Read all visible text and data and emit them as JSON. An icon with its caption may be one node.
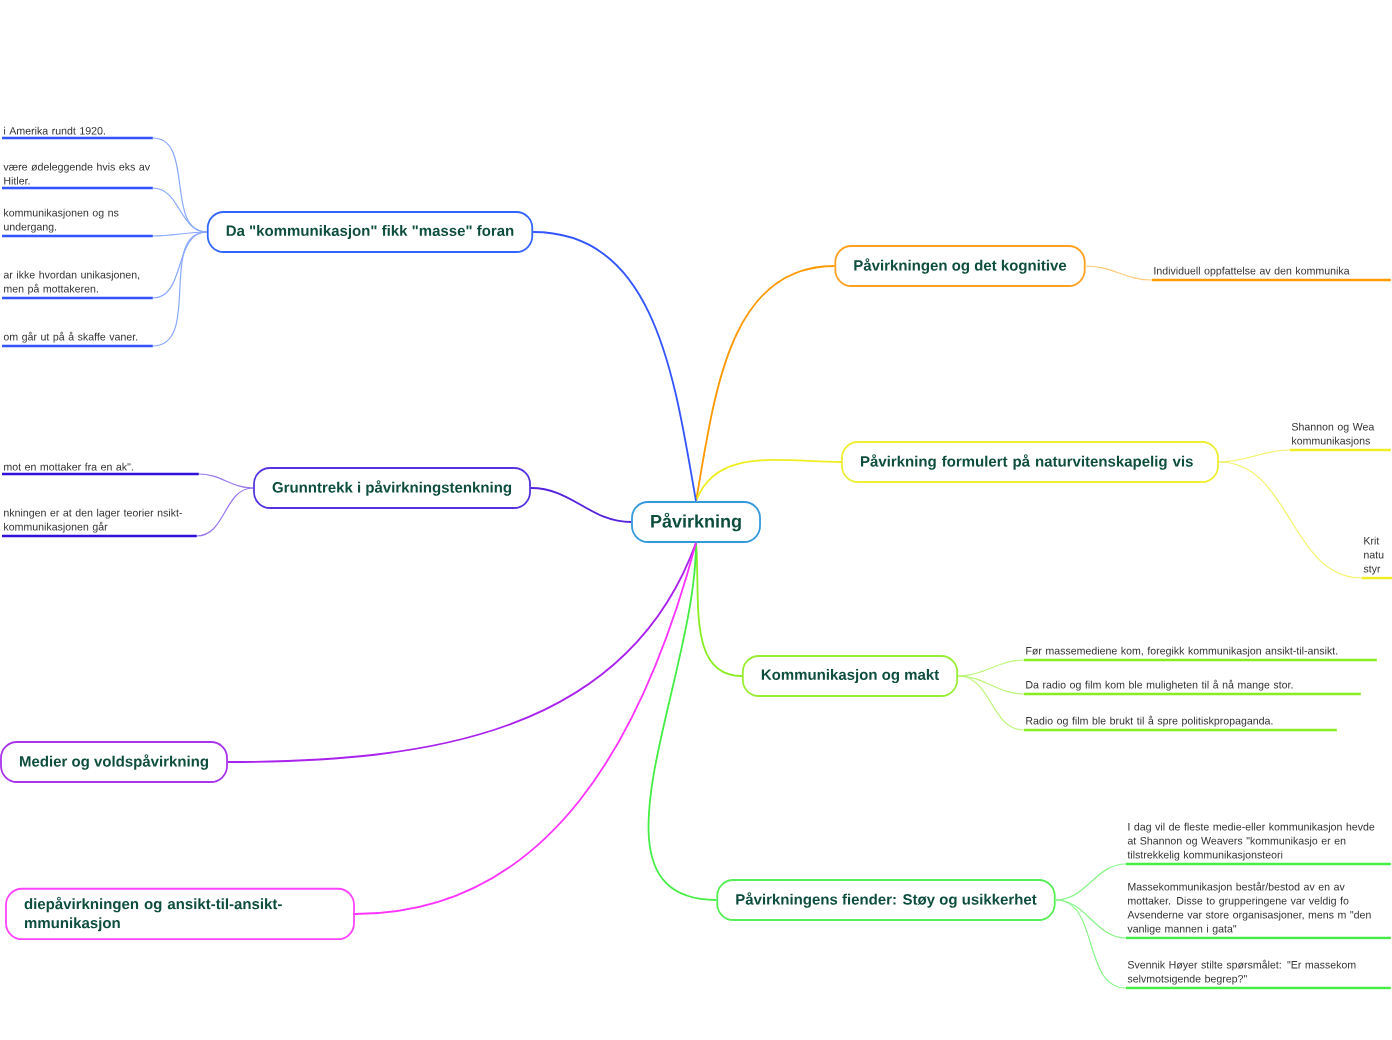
{
  "diagram": {
    "nodes": [
      {
        "text": [
          "Påvirkning"
        ]
      },
      {
        "text": [
          "Påvirkningen og det kognitive"
        ]
      },
      {
        "text": [
          "Individuell oppfattelse av den kommunika"
        ]
      },
      {
        "text": [
          "Påvirkning formulert på naturvitenskapelig vis"
        ]
      },
      {
        "text": [
          "Shannon og Wea kommunikasjons"
        ]
      },
      {
        "text": [
          "Krit natu styr"
        ]
      },
      {
        "text": [
          "Kommunikasjon og makt"
        ]
      },
      {
        "text": [
          "Før massemediene kom, foregikk kommunikasjon ansikt-til-ansikt."
        ]
      },
      {
        "text": [
          "Da radio og film kom ble muligheten til å nå mange stor."
        ]
      },
      {
        "text": [
          "Radio og film ble brukt til å spre politiskpropaganda."
        ]
      },
      {
        "text": [
          "Påvirkningens fiender: Støy og usikkerhet"
        ]
      },
      {
        "text": [
          "I dag vil de fleste medie-eller kommunikasjon hevde at Shannon og Weavers \"kommunikasjo er en tilstrekkelig kommunikasjonsteori"
        ]
      },
      {
        "text": [
          "Massekommunikasjon består/bestod av en av mottaker. Disse to grupperingene var veldig fo Avsenderne var store organisasjoner, mens m \"den vanlige mannen i gata\""
        ]
      },
      {
        "text": [
          "Svennik Høyer stilte spørsmålet: \"Er massekom selvmotsigende begrep?\""
        ]
      },
      {
        "text": [
          "Da \"kommunikasjon\" fikk \"masse\" foran"
        ]
      },
      {
        "text": [
          "i Amerika rundt 1920."
        ]
      },
      {
        "text": [
          "være ødeleggende hvis eks av Hitler."
        ]
      },
      {
        "text": [
          "kommunikasjonen og ns undergang."
        ]
      },
      {
        "text": [
          "ar ikke hvordan unikasjonen, men på mottakeren."
        ]
      },
      {
        "text": [
          "om går ut på å skaffe vaner."
        ]
      },
      {
        "text": [
          "Grunntrekk i påvirkningstenkning"
        ]
      },
      {
        "text": [
          "mot en mottaker fra en ak\"."
        ]
      },
      {
        "text": [
          "nkningen er at den lager teorier nsikt-kommunikasjonen går"
        ]
      },
      {
        "text": [
          "Medier og voldspåvirkning"
        ]
      },
      {
        "text": [
          "diepåvirkningen og ansikt-til-ansikt- mmunikasjon"
        ]
      }
    ],
    "edges": [
      {
        "from": 0,
        "to": 1,
        "arrow": "none",
        "color": "#ff9900"
      },
      {
        "from": 1,
        "to": 2,
        "arrow": "none",
        "color": "#ffcc77"
      },
      {
        "from": 0,
        "to": 3,
        "arrow": "none",
        "color": "#eeee22"
      },
      {
        "from": 3,
        "to": 4,
        "arrow": "none",
        "color": "#f2f266"
      },
      {
        "from": 3,
        "to": 5,
        "arrow": "none",
        "color": "#f2f266"
      },
      {
        "from": 0,
        "to": 6,
        "arrow": "none",
        "color": "#88ee22"
      },
      {
        "from": 6,
        "to": 7,
        "arrow": "none",
        "color": "#bbf577"
      },
      {
        "from": 6,
        "to": 8,
        "arrow": "none",
        "color": "#bbf577"
      },
      {
        "from": 6,
        "to": 9,
        "arrow": "none",
        "color": "#bbf577"
      },
      {
        "from": 0,
        "to": 10,
        "arrow": "none",
        "color": "#44ee44"
      },
      {
        "from": 10,
        "to": 11,
        "arrow": "none",
        "color": "#88f588"
      },
      {
        "from": 10,
        "to": 12,
        "arrow": "none",
        "color": "#88f588"
      },
      {
        "from": 10,
        "to": 13,
        "arrow": "none",
        "color": "#88f588"
      },
      {
        "from": 0,
        "to": 14,
        "arrow": "none",
        "color": "#3355ff"
      },
      {
        "from": 14,
        "to": 15,
        "arrow": "none",
        "color": "#88a8ff"
      },
      {
        "from": 14,
        "to": 16,
        "arrow": "none",
        "color": "#88a8ff"
      },
      {
        "from": 14,
        "to": 17,
        "arrow": "none",
        "color": "#88a8ff"
      },
      {
        "from": 14,
        "to": 18,
        "arrow": "none",
        "color": "#88a8ff"
      },
      {
        "from": 14,
        "to": 19,
        "arrow": "none",
        "color": "#88a8ff"
      },
      {
        "from": 0,
        "to": 20,
        "arrow": "none",
        "color": "#5522dd"
      },
      {
        "from": 20,
        "to": 21,
        "arrow": "none",
        "color": "#9977ee"
      },
      {
        "from": 20,
        "to": 22,
        "arrow": "none",
        "color": "#9977ee"
      },
      {
        "from": 0,
        "to": 23,
        "arrow": "none",
        "color": "#aa22ee"
      },
      {
        "from": 0,
        "to": 24,
        "arrow": "none",
        "color": "#ff33ff"
      }
    ]
  }
}
